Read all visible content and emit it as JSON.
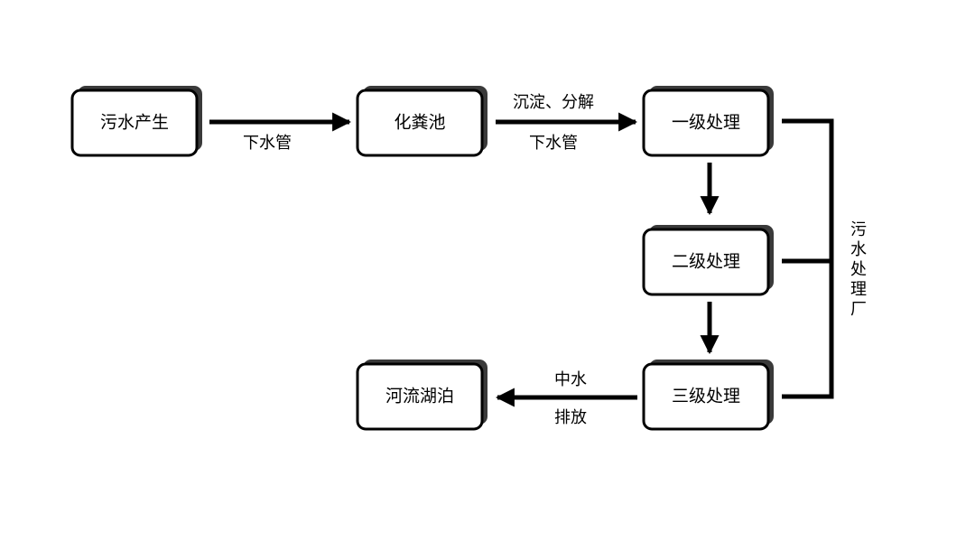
{
  "nodes": {
    "sewage_generation": "污水产生",
    "septic_tank": "化粪池",
    "primary_treatment": "一级处理",
    "secondary_treatment": "二级处理",
    "tertiary_treatment": "三级处理",
    "rivers_lakes": "河流湖泊"
  },
  "edges": {
    "sewer_1": "下水管",
    "settle_decompose": "沉淀、分解",
    "sewer_2": "下水管",
    "reclaimed_water": "中水",
    "discharge": "排放"
  },
  "bracket_label": [
    "污",
    "水",
    "处",
    "理",
    "厂"
  ],
  "colors": {
    "stroke": "#000000",
    "shadow": "#3a3a3a",
    "fill": "#ffffff"
  }
}
